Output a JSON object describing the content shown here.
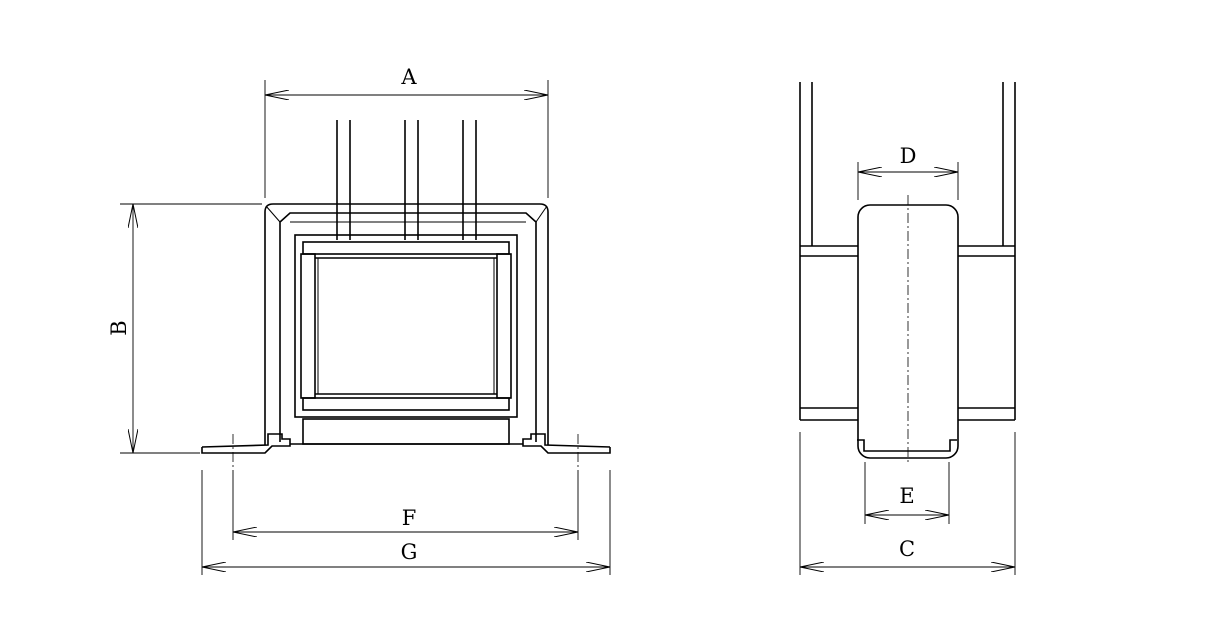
{
  "dimensions": {
    "A": "A",
    "B": "B",
    "C": "C",
    "D": "D",
    "E": "E",
    "F": "F",
    "G": "G"
  }
}
